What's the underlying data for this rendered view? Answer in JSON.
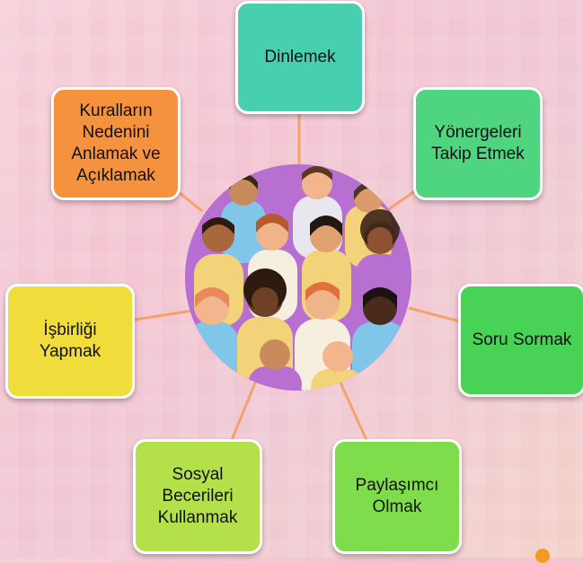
{
  "center": {
    "image": "people-group-illustration",
    "colors": [
      "#b76fd1",
      "#7fc6e8",
      "#f3d37a",
      "#e98a5c",
      "#4a3426"
    ]
  },
  "nodes": [
    {
      "id": "dinlemek",
      "label": "Dinlemek",
      "color": "#48cfaf"
    },
    {
      "id": "yonergeleri",
      "label": "Yönergeleri\nTakip Etmek",
      "color": "#4fd580"
    },
    {
      "id": "soru",
      "label": "Soru Sormak",
      "color": "#48d357"
    },
    {
      "id": "paylasimci",
      "label": "Paylaşımcı\nOlmak",
      "color": "#7fdc4a"
    },
    {
      "id": "sosyal",
      "label": "Sosyal\nBecerileri\nKullanmak",
      "color": "#b4e04a"
    },
    {
      "id": "isbirligi",
      "label": "İşbirliği\nYapmak",
      "color": "#f0dc3a"
    },
    {
      "id": "kurallarin",
      "label": "Kuralların\nNedenini\nAnlamak ve\nAçıklamak",
      "color": "#f5923e"
    }
  ],
  "connector_color": "#f2a36a"
}
